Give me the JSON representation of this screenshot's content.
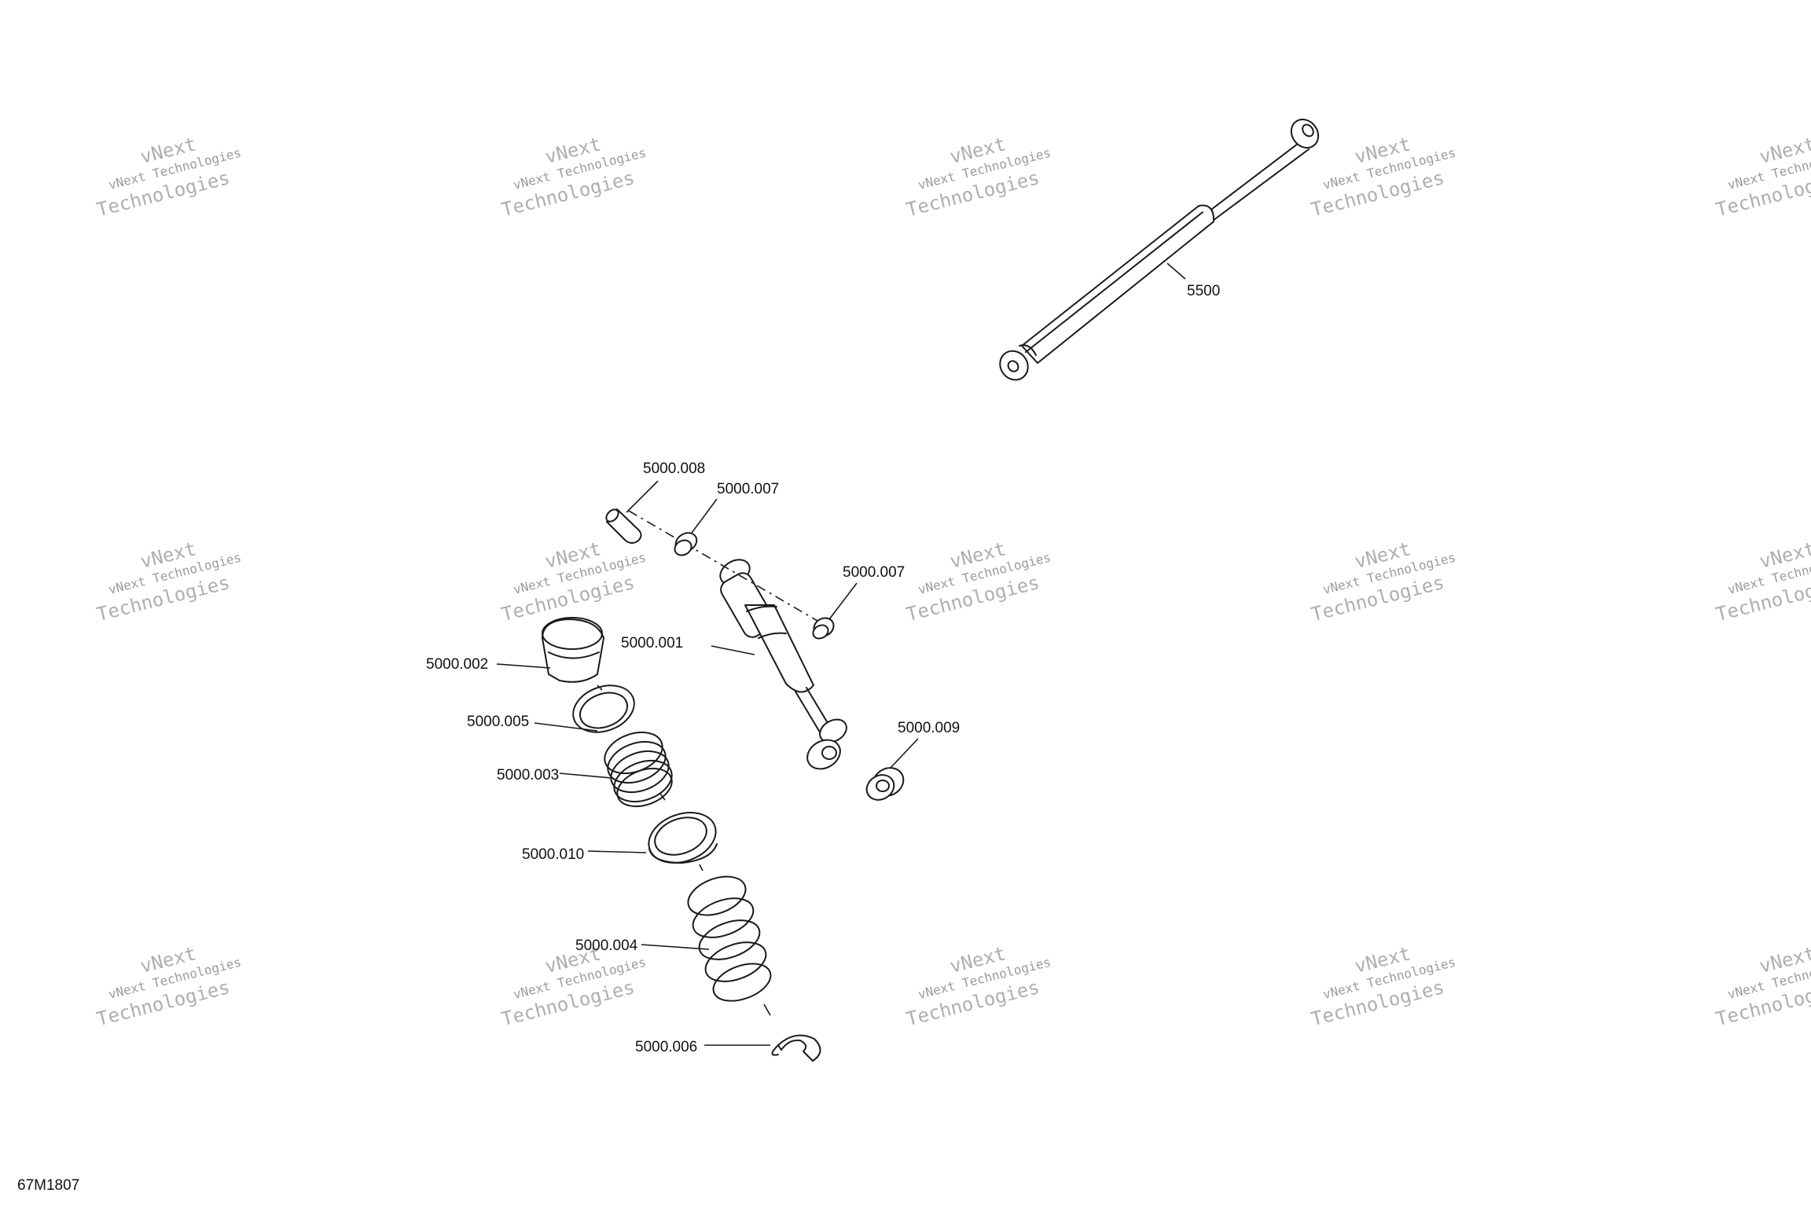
{
  "drawing_id": "67M1807",
  "watermark": {
    "line1": "vNext Technologies",
    "line2": "Technologies",
    "prefix": "vNext"
  },
  "callouts": {
    "c5500": "5500",
    "c5000_008": "5000.008",
    "c5000_007_a": "5000.007",
    "c5000_007_b": "5000.007",
    "c5000_001": "5000.001",
    "c5000_002": "5000.002",
    "c5000_005": "5000.005",
    "c5000_003": "5000.003",
    "c5000_009": "5000.009",
    "c5000_010": "5000.010",
    "c5000_004": "5000.004",
    "c5000_006": "5000.006"
  }
}
